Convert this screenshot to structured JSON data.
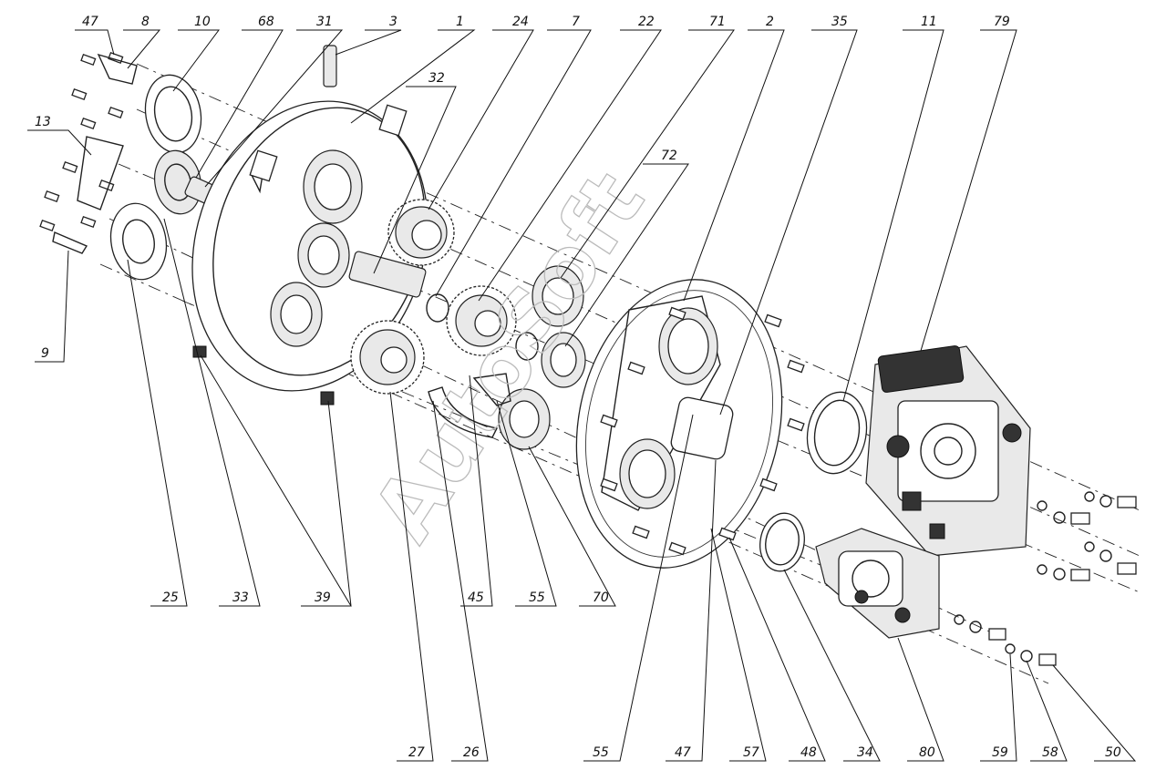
{
  "watermark": "AutoSoft",
  "callouts": [
    {
      "id": "47",
      "label": "47"
    },
    {
      "id": "8",
      "label": "8"
    },
    {
      "id": "10",
      "label": "10"
    },
    {
      "id": "68",
      "label": "68"
    },
    {
      "id": "31",
      "label": "31"
    },
    {
      "id": "3",
      "label": "3"
    },
    {
      "id": "1",
      "label": "1"
    },
    {
      "id": "24",
      "label": "24"
    },
    {
      "id": "7",
      "label": "7"
    },
    {
      "id": "22",
      "label": "22"
    },
    {
      "id": "71",
      "label": "71"
    },
    {
      "id": "2",
      "label": "2"
    },
    {
      "id": "35",
      "label": "35"
    },
    {
      "id": "11",
      "label": "11"
    },
    {
      "id": "79",
      "label": "79"
    },
    {
      "id": "32",
      "label": "32"
    },
    {
      "id": "72",
      "label": "72"
    },
    {
      "id": "13",
      "label": "13"
    },
    {
      "id": "9",
      "label": "9"
    },
    {
      "id": "25",
      "label": "25"
    },
    {
      "id": "33",
      "label": "33"
    },
    {
      "id": "39",
      "label": "39"
    },
    {
      "id": "45",
      "label": "45"
    },
    {
      "id": "55a",
      "label": "55"
    },
    {
      "id": "70",
      "label": "70"
    },
    {
      "id": "27",
      "label": "27"
    },
    {
      "id": "26",
      "label": "26"
    },
    {
      "id": "55b",
      "label": "55"
    },
    {
      "id": "47b",
      "label": "47"
    },
    {
      "id": "57",
      "label": "57"
    },
    {
      "id": "48",
      "label": "48"
    },
    {
      "id": "34",
      "label": "34"
    },
    {
      "id": "80",
      "label": "80"
    },
    {
      "id": "59",
      "label": "59"
    },
    {
      "id": "58",
      "label": "58"
    },
    {
      "id": "50",
      "label": "50"
    }
  ]
}
